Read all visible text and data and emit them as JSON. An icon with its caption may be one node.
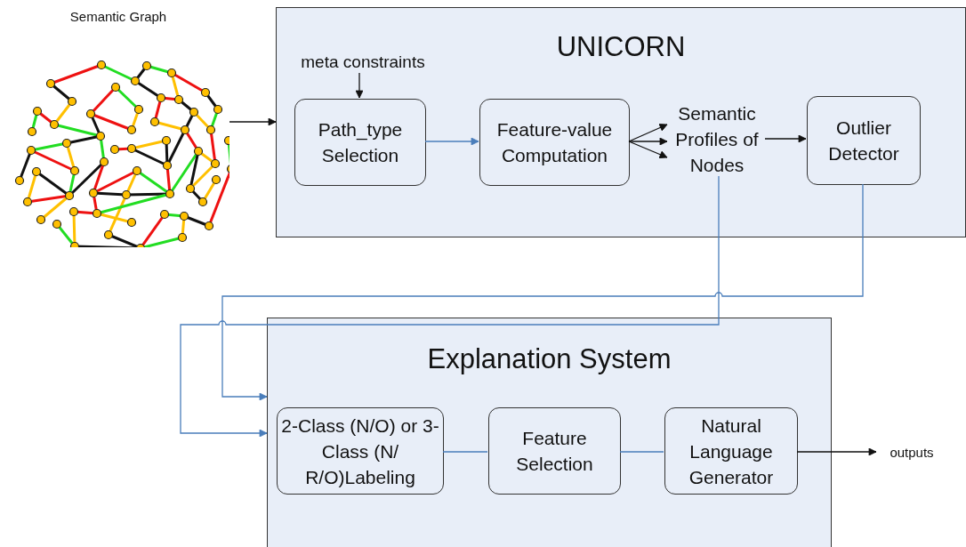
{
  "diagram": {
    "nodes": [
      {
        "text": [
          "Semantic Graph"
        ]
      },
      {
        "text": [
          "UNICORN"
        ]
      },
      {
        "text": [
          "Path_type Selection"
        ],
        "in": 1
      },
      {
        "text": [
          "Feature-value Computation"
        ],
        "in": 1
      },
      {
        "text": [
          "Semantic Profiles of Nodes"
        ],
        "in": 1
      },
      {
        "text": [
          "Outlier Detector"
        ],
        "in": 1
      },
      {
        "text": [
          "meta constraints"
        ],
        "in": 1
      },
      {
        "text": [
          "Explanation System"
        ]
      },
      {
        "text": [
          "2-Class (N/O) or 3-Class (N/ R/O)Labeling"
        ],
        "in": 7
      },
      {
        "text": [
          "Feature Selection"
        ],
        "in": 7
      },
      {
        "text": [
          "Natural Language Generator"
        ],
        "in": 7
      },
      {
        "text": [
          "outputs"
        ]
      }
    ],
    "edges": [
      {
        "from": 0,
        "to": 1,
        "arrow": "to"
      },
      {
        "from": 6,
        "to": 2,
        "arrow": "to"
      },
      {
        "from": 2,
        "to": 3,
        "arrow": "to",
        "color": "#4a7ebb"
      },
      {
        "from": 3,
        "to": 4,
        "arrow": "to"
      },
      {
        "from": 3,
        "to": 4,
        "arrow": "to"
      },
      {
        "from": 3,
        "to": 4,
        "arrow": "to"
      },
      {
        "from": 4,
        "to": 5,
        "arrow": "to"
      },
      {
        "from": 4,
        "to": 7,
        "arrow": "to",
        "color": "#4a7ebb"
      },
      {
        "from": 5,
        "to": 7,
        "arrow": "to",
        "color": "#4a7ebb"
      },
      {
        "from": 8,
        "to": 9,
        "arrow": "none",
        "color": "#4a7ebb"
      },
      {
        "from": 9,
        "to": 10,
        "arrow": "none",
        "color": "#4a7ebb"
      },
      {
        "from": 10,
        "to": 11,
        "arrow": "to"
      }
    ]
  }
}
